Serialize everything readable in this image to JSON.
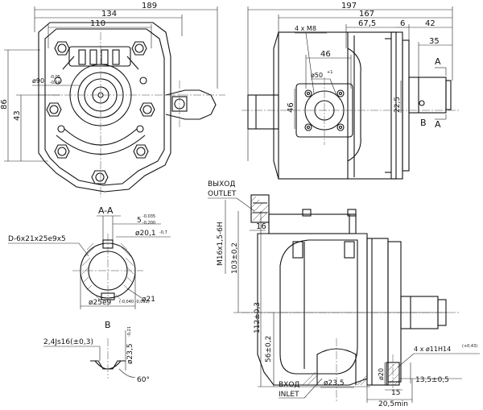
{
  "front_view": {
    "dims": {
      "overall_width": "189",
      "flange_width": "134",
      "bolt_spacing": "110",
      "pilot_diameter": "ø90",
      "pilot_tol_upper": "-0,05",
      "pilot_tol_lower": "-0,14",
      "height_total": "86",
      "height_center": "43"
    }
  },
  "side_view": {
    "dims": {
      "overall_length": "197",
      "body_length": "167",
      "mid_length": "67,5",
      "flange_thickness": "6",
      "shaft_projection": "42",
      "shaft_key_length": "35",
      "bolt_thread": "4 x M8",
      "port_offset_x": "46",
      "port_offset_y": "46",
      "port_diameter": "ø50",
      "port_diameter_tol": "+1",
      "shaft_height": "22,5"
    },
    "section_marks": {
      "a_top": "A",
      "a_bottom": "A",
      "b": "B"
    }
  },
  "section_aa": {
    "title": "A-A",
    "dims": {
      "spline": "D-6x21x25e9x5",
      "key_width": "5",
      "key_tol_upper": "-0,035",
      "key_tol_lower": "-0,200",
      "inner_diameter": "ø20,1",
      "inner_tol": "-0,7",
      "outer_diameter": "ø25e9",
      "outer_tol": "(-0,040\n-0,092)",
      "minor_diameter": "ø21"
    }
  },
  "detail_b": {
    "title": "B",
    "dims": {
      "tolerance": "2,4Js16(±0,3)",
      "diameter": "ø23,5",
      "diameter_tol": "-0,21",
      "angle": "60°"
    }
  },
  "bottom_view": {
    "outlet_label_ru": "ВЫХОД",
    "outlet_label_en": "OUTLET",
    "inlet_label_ru": "ВХОД",
    "inlet_label_en": "INLET",
    "dims": {
      "outlet_offset": "16",
      "outlet_thread": "M16x1,5-6H",
      "height_outlet": "103±0,2",
      "height_shaft": "112±0,3",
      "height_inlet": "56±0,2",
      "inlet_diameter": "ø23,5",
      "shaft_diameter": "ø20",
      "shaft_step": "15",
      "shaft_min": "20,5min",
      "bolt_holes": "4 x ø11H14",
      "bolt_holes_tol": "(+0,43)",
      "spot_face": "13,5±0,5"
    }
  }
}
